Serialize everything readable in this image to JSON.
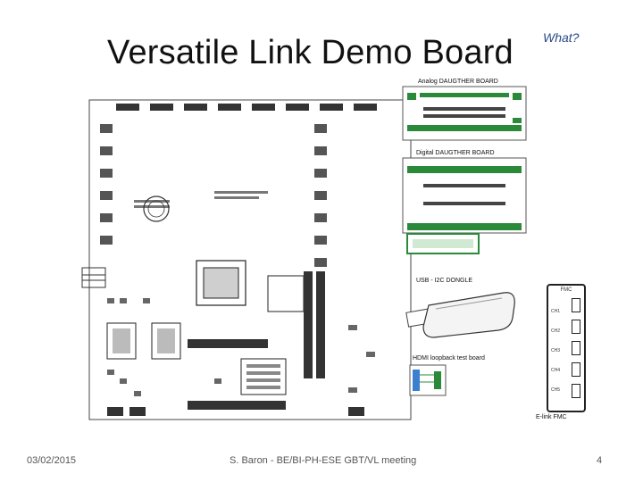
{
  "slide": {
    "title": "Versatile Link Demo Board",
    "question": "What?",
    "captions": {
      "analog": "Analog DAUGTHER BOARD",
      "digital": "Digital DAUGTHER BOARD",
      "usb": "USB - I2C DONGLE",
      "hdmi": "HDMI loopback test board",
      "elink": "E-link FMC"
    },
    "footer": {
      "date": "03/02/2015",
      "center": "S. Baron - BE/BI-PH-ESE GBT/VL meeting",
      "page": "4"
    }
  },
  "fmc_card": {
    "header": "FMC",
    "ports": [
      "CH1",
      "CH2",
      "CH3",
      "CH4",
      "CH5"
    ]
  }
}
